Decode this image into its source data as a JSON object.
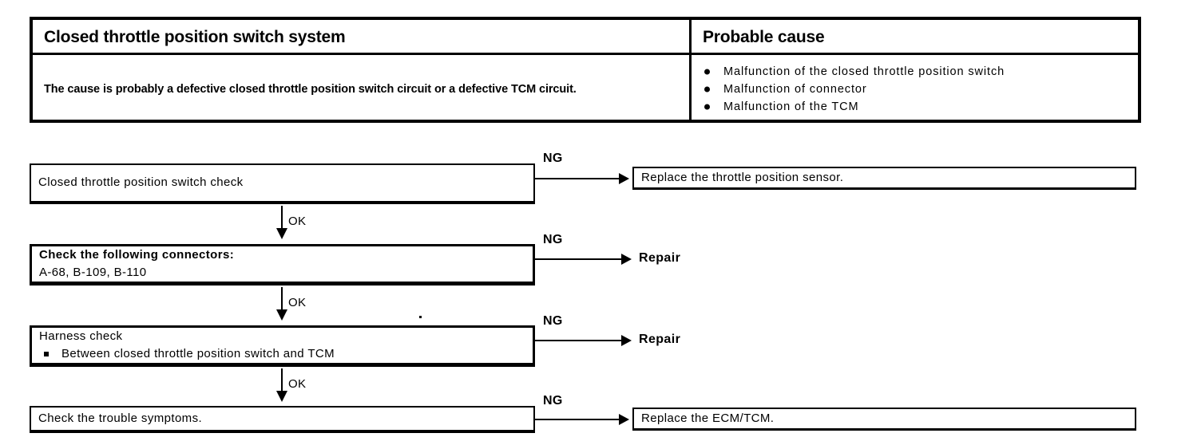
{
  "summary": {
    "columns": [
      {
        "header": "Closed throttle position switch system"
      },
      {
        "header": "Probable cause"
      }
    ],
    "description": "The cause is probably a defective closed throttle position switch circuit or a defective TCM circuit.",
    "probable_causes": [
      "Malfunction of the closed throttle position switch",
      "Malfunction of connector",
      "Malfunction of the TCM"
    ]
  },
  "flow": {
    "steps": [
      {
        "id": "step-1",
        "lines": [
          "Closed throttle position switch check"
        ],
        "branch_label": "NG",
        "result_type": "box",
        "result": "Replace the throttle position sensor.",
        "next_label": "OK"
      },
      {
        "id": "step-2",
        "lines": [
          "Check the following connectors:",
          "A-68, B-109, B-110"
        ],
        "branch_label": "NG",
        "result_type": "text",
        "result": "Repair",
        "next_label": "OK"
      },
      {
        "id": "step-3",
        "lines": [
          "Harness check",
          "Between closed throttle position switch and TCM"
        ],
        "branch_label": "NG",
        "result_type": "text",
        "result": "Repair",
        "next_label": "OK"
      },
      {
        "id": "step-4",
        "lines": [
          "Check the trouble symptoms."
        ],
        "branch_label": "NG",
        "result_type": "box",
        "result": "Replace the ECM/TCM.",
        "next_label": ""
      }
    ]
  }
}
